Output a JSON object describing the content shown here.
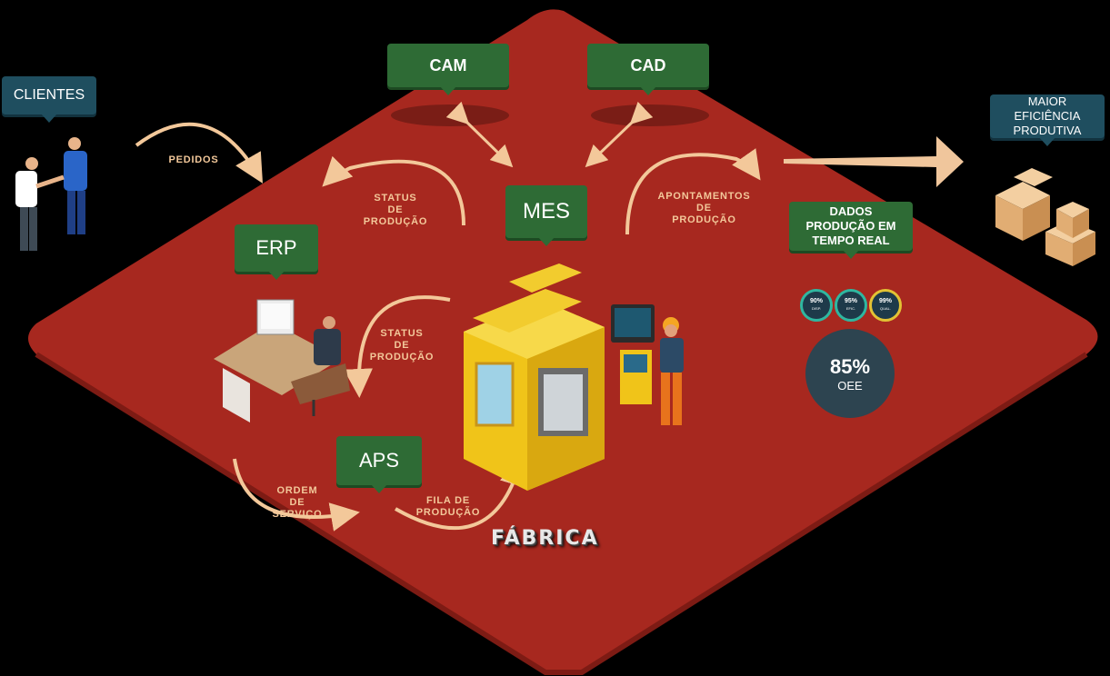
{
  "nodes": {
    "clientes": "CLIENTES",
    "cam": "CAM",
    "cad": "CAD",
    "mes": "MES",
    "erp": "ERP",
    "aps": "APS",
    "dados_producao": "DADOS PRODUÇÃO EM TEMPO REAL",
    "maior_eficiencia": "MAIOR EFICIÊNCIA PRODUTIVA",
    "fabrica": "FÁBRICA"
  },
  "flows": {
    "pedidos": "PEDIDOS",
    "status_producao_top": [
      "STATUS",
      "DE",
      "PRODUÇÃO"
    ],
    "apontamentos": [
      "APONTAMENTOS",
      "DE",
      "PRODUÇÃO"
    ],
    "status_producao_mid": [
      "STATUS",
      "DE",
      "PRODUÇÃO"
    ],
    "ordem_servico": [
      "ORDEM",
      "DE",
      "SERVIÇO"
    ],
    "fila_producao": [
      "FILA DE",
      "PRODUÇÃO"
    ]
  },
  "gauges": {
    "small": [
      {
        "value": "90%",
        "label": "DISP.",
        "fraction": 0.9
      },
      {
        "value": "95%",
        "label": "EFIC.",
        "fraction": 0.95
      },
      {
        "value": "99%",
        "label": "QUAL.",
        "fraction": 0.99
      }
    ],
    "oee": {
      "value": "85%",
      "label": "OEE",
      "fraction": 0.85
    }
  },
  "colors": {
    "platform": "#a7281f",
    "tag_green": "#2e6b35",
    "tag_teal": "#1f4e5f",
    "arrow": "#f3c89a",
    "machine_yellow": "#f0c419",
    "gauge_ring": "#e85a55"
  }
}
